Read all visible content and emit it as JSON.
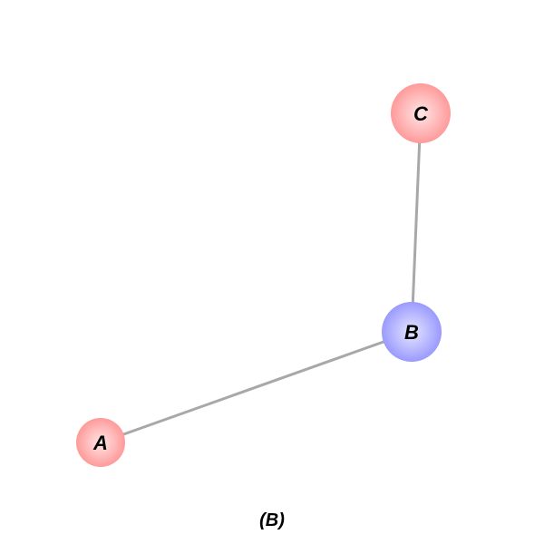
{
  "graph": {
    "caption": "(B)",
    "nodes": [
      {
        "id": "A",
        "label": "A",
        "color": "#ff9a9a",
        "highlight": "#ffe6e6"
      },
      {
        "id": "B",
        "label": "B",
        "color": "#9a9aff",
        "highlight": "#e6e6ff"
      },
      {
        "id": "C",
        "label": "C",
        "color": "#ff9a9a",
        "highlight": "#ffe6e6"
      }
    ],
    "edges": [
      {
        "source": "A",
        "target": "B",
        "color": "#a8a8a8"
      },
      {
        "source": "B",
        "target": "C",
        "color": "#a8a8a8"
      }
    ]
  }
}
